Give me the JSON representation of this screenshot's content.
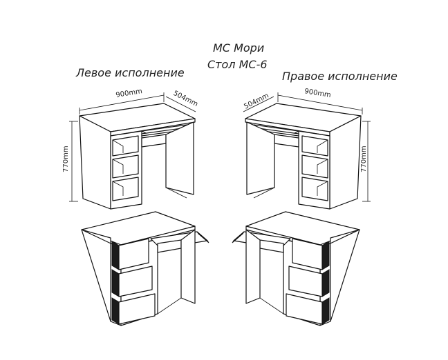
{
  "header": {
    "title_line1": "МС Мори",
    "title_line2": "Стол МС-6"
  },
  "variants": {
    "left_label": "Левое исполнение",
    "right_label": "Правое исполнение"
  },
  "dimensions": {
    "width": "900mm",
    "depth": "504mm",
    "height": "770mm"
  }
}
